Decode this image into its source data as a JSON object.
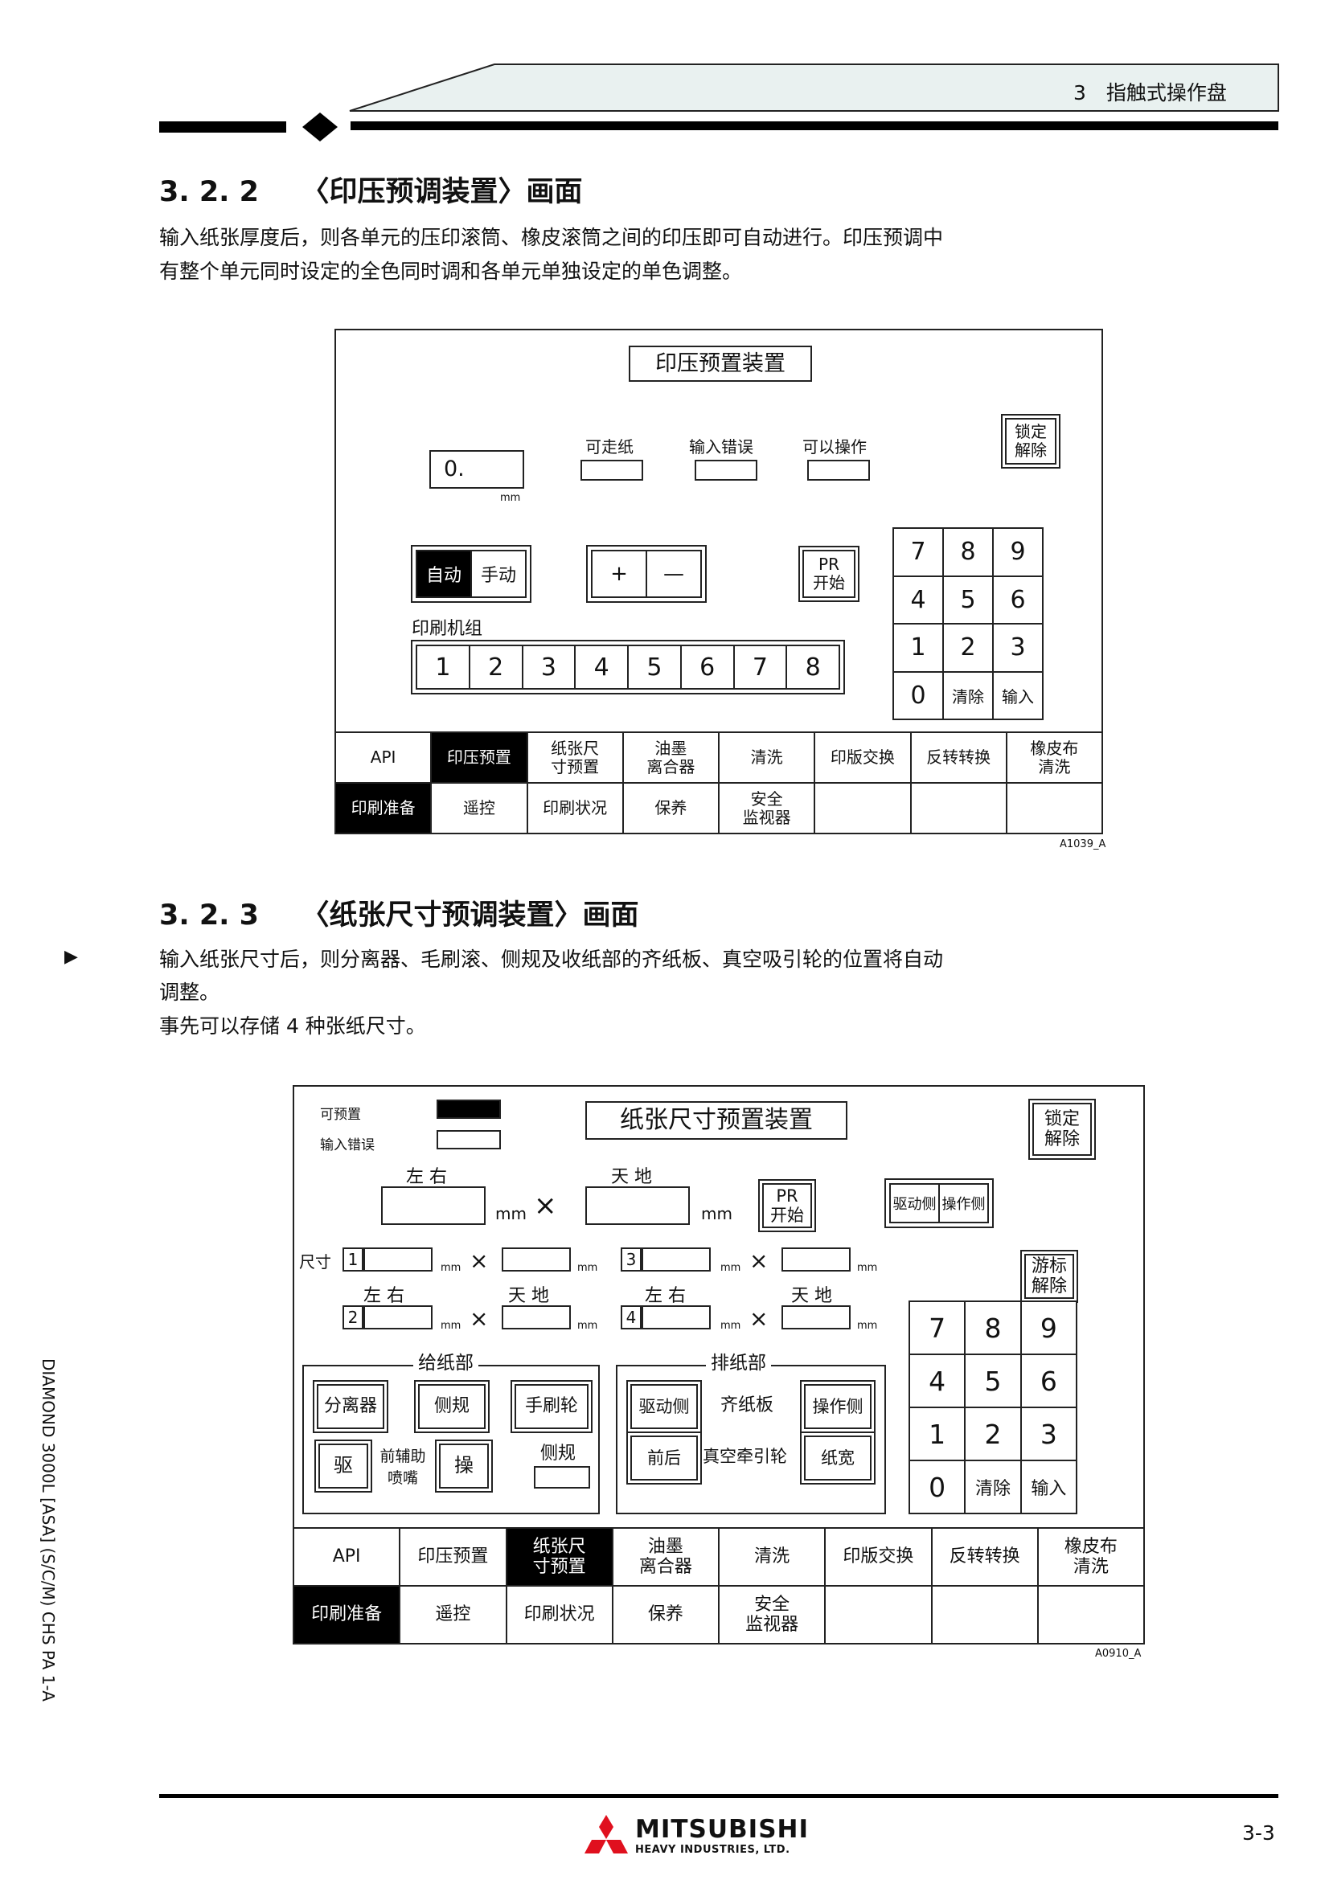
{
  "header": {
    "chapter": "3　指触式操作盘"
  },
  "section1": {
    "title": "3. 2. 2　　〈印压预调装置〉画面",
    "lines": [
      "输入纸张厚度后，则各单元的压印滚筒、橡皮滚筒之间的印压即可自动进行。印压预调中",
      "有整个单元同时设定的全色同时调和各单元单独设定的单色调整。"
    ]
  },
  "panel1": {
    "title": "印压预置装置",
    "thickness_value": "0.",
    "thickness_unit": "mm",
    "indicators": [
      "可走纸",
      "输入错误",
      "可以操作"
    ],
    "lock_btn": [
      "锁定",
      "解除"
    ],
    "mode": [
      "自动",
      "手动"
    ],
    "plus": "+",
    "minus": "—",
    "pr_btn": [
      "PR",
      "开始"
    ],
    "unit_label": "印刷机组",
    "units": [
      "1",
      "2",
      "3",
      "4",
      "5",
      "6",
      "7",
      "8"
    ],
    "keypad": [
      "7",
      "8",
      "9",
      "4",
      "5",
      "6",
      "1",
      "2",
      "3",
      "0",
      "清除",
      "输入"
    ],
    "tabs_row1": [
      "API",
      "印压预置",
      "纸张尺\n寸预置",
      "油墨\n离合器",
      "清洗",
      "印版交换",
      "反转转换",
      "橡皮布\n清洗"
    ],
    "tabs_row2": [
      "印刷准备",
      "遥控",
      "印刷状况",
      "保养",
      "安全\n监视器",
      "",
      "",
      ""
    ],
    "ref": "A1039_A"
  },
  "section2": {
    "title": "3. 2. 3　　〈纸张尺寸预调装置〉画面",
    "lines": [
      "输入纸张尺寸后，则分离器、毛刷滚、侧规及收纸部的齐纸板、真空吸引轮的位置将自动",
      "调整。",
      "事先可以存储 4 种张纸尺寸。"
    ],
    "marker": "▶"
  },
  "panel2": {
    "title": "纸张尺寸预置装置",
    "presettable": "可预置",
    "input_error": "输入错误",
    "lock_btn": [
      "锁定",
      "解除"
    ],
    "lr": "左 右",
    "tb": "天 地",
    "mm": "mm",
    "times": "×",
    "pr_btn": [
      "PR",
      "开始"
    ],
    "side_btn": [
      "驱动侧",
      "操作侧"
    ],
    "size_label": "尺寸",
    "slots": [
      "1",
      "2",
      "3",
      "4"
    ],
    "cursor_release": [
      "游标",
      "解除"
    ],
    "feed_label": "给纸部",
    "delivery_label": "排纸部",
    "separator": "分离器",
    "side_guide": "侧规",
    "brush_wheel": "手刷轮",
    "drive": "驱",
    "front_aux": [
      "前辅助",
      "喷嘴"
    ],
    "op": "操",
    "side_guide2": "侧规",
    "drive_side": "驱动侧",
    "jogger": "齐纸板",
    "op_side": "操作侧",
    "front_back": "前后",
    "vacuum": "真空牵引轮",
    "paper_width": "纸宽",
    "keypad": [
      "7",
      "8",
      "9",
      "4",
      "5",
      "6",
      "1",
      "2",
      "3",
      "0",
      "清除",
      "输入"
    ],
    "tabs_row1": [
      "API",
      "印压预置",
      "纸张尺\n寸预置",
      "油墨\n离合器",
      "清洗",
      "印版交换",
      "反转转换",
      "橡皮布\n清洗"
    ],
    "tabs_row2": [
      "印刷准备",
      "遥控",
      "印刷状况",
      "保养",
      "安全\n监视器",
      "",
      "",
      ""
    ],
    "ref": "A0910_A"
  },
  "side_text": "DIAMOND 3000L [ASA] (S/C/M) CHS PA 1-A",
  "footer": {
    "logo_main": "MITSUBISHI",
    "logo_sub": "HEAVY INDUSTRIES, LTD.",
    "page": "3-3"
  }
}
